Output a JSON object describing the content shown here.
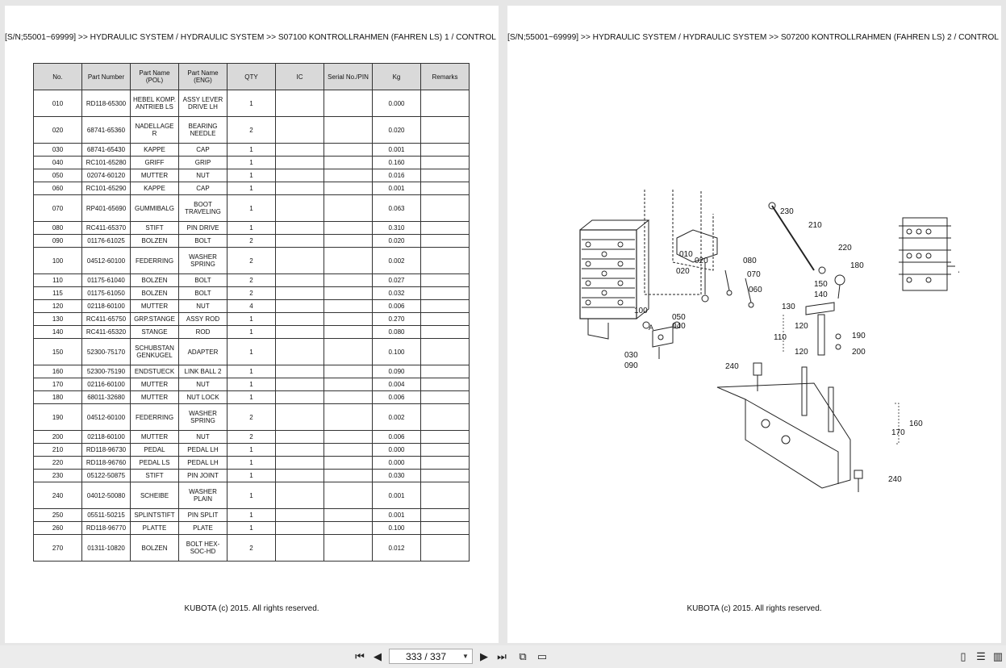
{
  "left_page": {
    "breadcrumb": "[S/N;55001~69999] >> HYDRAULIC SYSTEM / HYDRAULIC SYSTEM >> S07100   KONTROLLRAHMEN (FAHREN LS) 1 / CONTROL",
    "table": {
      "headers": [
        "No.",
        "Part Number",
        "Part Name (POL)",
        "Part Name (ENG)",
        "QTY",
        "IC",
        "Serial No./PIN",
        "Kg",
        "Remarks"
      ],
      "rows": [
        {
          "no": "010",
          "pn": "RD118-65300",
          "pol": "HEBEL KOMP. ANTRIEB LS",
          "eng": "ASSY LEVER DRIVE LH",
          "qty": "1",
          "ic": "",
          "serial": "",
          "kg": "0.000",
          "remarks": "",
          "tall": true
        },
        {
          "no": "020",
          "pn": "68741-65360",
          "pol": "NADELLAGE R",
          "eng": "BEARING NEEDLE",
          "qty": "2",
          "ic": "",
          "serial": "",
          "kg": "0.020",
          "remarks": "",
          "tall": true
        },
        {
          "no": "030",
          "pn": "68741-65430",
          "pol": "KAPPE",
          "eng": "CAP",
          "qty": "1",
          "ic": "",
          "serial": "",
          "kg": "0.001",
          "remarks": ""
        },
        {
          "no": "040",
          "pn": "RC101-65280",
          "pol": "GRIFF",
          "eng": "GRIP",
          "qty": "1",
          "ic": "",
          "serial": "",
          "kg": "0.160",
          "remarks": ""
        },
        {
          "no": "050",
          "pn": "02074-60120",
          "pol": "MUTTER",
          "eng": "NUT",
          "qty": "1",
          "ic": "",
          "serial": "",
          "kg": "0.016",
          "remarks": ""
        },
        {
          "no": "060",
          "pn": "RC101-65290",
          "pol": "KAPPE",
          "eng": "CAP",
          "qty": "1",
          "ic": "",
          "serial": "",
          "kg": "0.001",
          "remarks": ""
        },
        {
          "no": "070",
          "pn": "RP401-65690",
          "pol": "GUMMIBALG",
          "eng": "BOOT TRAVELING",
          "qty": "1",
          "ic": "",
          "serial": "",
          "kg": "0.063",
          "remarks": "",
          "tall": true
        },
        {
          "no": "080",
          "pn": "RC411-65370",
          "pol": "STIFT",
          "eng": "PIN DRIVE",
          "qty": "1",
          "ic": "",
          "serial": "",
          "kg": "0.310",
          "remarks": ""
        },
        {
          "no": "090",
          "pn": "01176-61025",
          "pol": "BOLZEN",
          "eng": "BOLT",
          "qty": "2",
          "ic": "",
          "serial": "",
          "kg": "0.020",
          "remarks": ""
        },
        {
          "no": "100",
          "pn": "04512-60100",
          "pol": "FEDERRING",
          "eng": "WASHER SPRING",
          "qty": "2",
          "ic": "",
          "serial": "",
          "kg": "0.002",
          "remarks": "",
          "tall": true
        },
        {
          "no": "110",
          "pn": "01175-61040",
          "pol": "BOLZEN",
          "eng": "BOLT",
          "qty": "2",
          "ic": "",
          "serial": "",
          "kg": "0.027",
          "remarks": ""
        },
        {
          "no": "115",
          "pn": "01175-61050",
          "pol": "BOLZEN",
          "eng": "BOLT",
          "qty": "2",
          "ic": "",
          "serial": "",
          "kg": "0.032",
          "remarks": ""
        },
        {
          "no": "120",
          "pn": "02118-60100",
          "pol": "MUTTER",
          "eng": "NUT",
          "qty": "4",
          "ic": "",
          "serial": "",
          "kg": "0.006",
          "remarks": ""
        },
        {
          "no": "130",
          "pn": "RC411-65750",
          "pol": "GRP.STANGE",
          "eng": "ASSY ROD",
          "qty": "1",
          "ic": "",
          "serial": "",
          "kg": "0.270",
          "remarks": ""
        },
        {
          "no": "140",
          "pn": "RC411-65320",
          "pol": "STANGE",
          "eng": "ROD",
          "qty": "1",
          "ic": "",
          "serial": "",
          "kg": "0.080",
          "remarks": ""
        },
        {
          "no": "150",
          "pn": "52300-75170",
          "pol": "SCHUBSTAN GENKUGEL",
          "eng": "ADAPTER",
          "qty": "1",
          "ic": "",
          "serial": "",
          "kg": "0.100",
          "remarks": "",
          "tall": true
        },
        {
          "no": "160",
          "pn": "52300-75190",
          "pol": "ENDSTUECK",
          "eng": "LINK BALL 2",
          "qty": "1",
          "ic": "",
          "serial": "",
          "kg": "0.090",
          "remarks": ""
        },
        {
          "no": "170",
          "pn": "02116-60100",
          "pol": "MUTTER",
          "eng": "NUT",
          "qty": "1",
          "ic": "",
          "serial": "",
          "kg": "0.004",
          "remarks": ""
        },
        {
          "no": "180",
          "pn": "68011-32680",
          "pol": "MUTTER",
          "eng": "NUT LOCK",
          "qty": "1",
          "ic": "",
          "serial": "",
          "kg": "0.006",
          "remarks": ""
        },
        {
          "no": "190",
          "pn": "04512-60100",
          "pol": "FEDERRING",
          "eng": "WASHER SPRING",
          "qty": "2",
          "ic": "",
          "serial": "",
          "kg": "0.002",
          "remarks": "",
          "tall": true
        },
        {
          "no": "200",
          "pn": "02118-60100",
          "pol": "MUTTER",
          "eng": "NUT",
          "qty": "2",
          "ic": "",
          "serial": "",
          "kg": "0.006",
          "remarks": ""
        },
        {
          "no": "210",
          "pn": "RD118-96730",
          "pol": "PEDAL",
          "eng": "PEDAL LH",
          "qty": "1",
          "ic": "",
          "serial": "",
          "kg": "0.000",
          "remarks": ""
        },
        {
          "no": "220",
          "pn": "RD118-96760",
          "pol": "PEDAL LS",
          "eng": "PEDAL LH",
          "qty": "1",
          "ic": "",
          "serial": "",
          "kg": "0.000",
          "remarks": ""
        },
        {
          "no": "230",
          "pn": "05122-50875",
          "pol": "STIFT",
          "eng": "PIN JOINT",
          "qty": "1",
          "ic": "",
          "serial": "",
          "kg": "0.030",
          "remarks": ""
        },
        {
          "no": "240",
          "pn": "04012-50080",
          "pol": "SCHEIBE",
          "eng": "WASHER PLAIN",
          "qty": "1",
          "ic": "",
          "serial": "",
          "kg": "0.001",
          "remarks": "",
          "tall": true
        },
        {
          "no": "250",
          "pn": "05511-50215",
          "pol": "SPLINTSTIFT",
          "eng": "PIN SPLIT",
          "qty": "1",
          "ic": "",
          "serial": "",
          "kg": "0.001",
          "remarks": ""
        },
        {
          "no": "260",
          "pn": "RD118-96770",
          "pol": "PLATTE",
          "eng": "PLATE",
          "qty": "1",
          "ic": "",
          "serial": "",
          "kg": "0.100",
          "remarks": ""
        },
        {
          "no": "270",
          "pn": "01311-10820",
          "pol": "BOLZEN",
          "eng": "BOLT HEX-SOC-HD",
          "qty": "2",
          "ic": "",
          "serial": "",
          "kg": "0.012",
          "remarks": "",
          "tall": true
        }
      ]
    },
    "footer": "KUBOTA (c) 2015. All rights reserved."
  },
  "right_page": {
    "breadcrumb": "[S/N;55001~69999] >> HYDRAULIC SYSTEM / HYDRAULIC SYSTEM >> S07200   KONTROLLRAHMEN (FAHREN LS) 2 / CONTROL",
    "diagram_callouts": [
      "230",
      "210",
      "220",
      "180",
      "150",
      "140",
      "130",
      "120",
      "110",
      "120",
      "190",
      "200",
      "240",
      "160",
      "170",
      "240",
      "010",
      "020",
      "080",
      "070",
      "060",
      "020",
      "100",
      "050",
      "040",
      "030",
      "090",
      "A",
      "A"
    ],
    "footer": "KUBOTA (c) 2015. All rights reserved."
  },
  "toolbar": {
    "page_indicator": "333 / 337",
    "icons": [
      "first-page-icon",
      "prev-page-icon",
      "next-page-icon",
      "last-page-icon",
      "fit-page-icon",
      "fit-width-icon",
      "single-page-icon",
      "continuous-page-icon",
      "two-page-icon"
    ]
  }
}
